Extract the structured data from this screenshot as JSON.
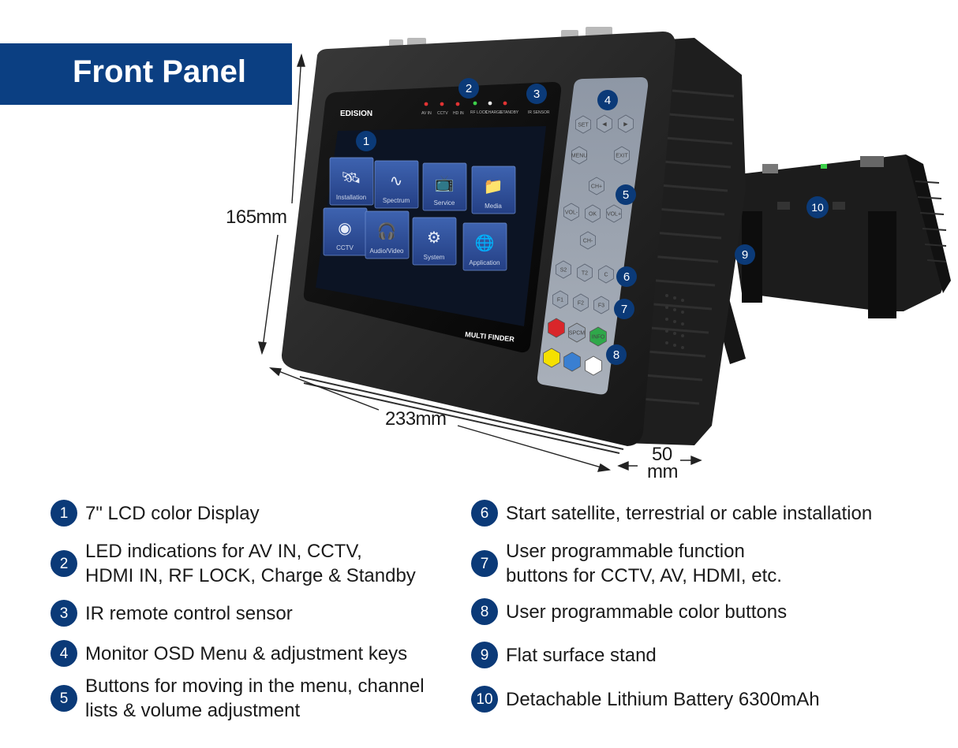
{
  "title": "Front Panel",
  "dimensions": {
    "height": "165mm",
    "width": "233mm",
    "depth_value": "50",
    "depth_unit": "mm"
  },
  "device": {
    "brand": "EDISION",
    "model": "MULTI FINDER",
    "leds": [
      "AV IN",
      "CCTV",
      "HD IN",
      "RF LOCK",
      "CHARGE",
      "STANDBY",
      "IR SENSOR"
    ],
    "led_colors": [
      "#e23333",
      "#e23333",
      "#e23333",
      "#3dd14a",
      "#e8e8e8",
      "#e23333"
    ],
    "tiles": [
      "Installation",
      "Spectrum",
      "Service",
      "Media",
      "CCTV",
      "Audio/Video",
      "System",
      "Application"
    ],
    "tile_icons": [
      "satellite-icon",
      "spectrum-icon",
      "tv-icon",
      "folder-play-icon",
      "camera-icon",
      "headphones-icon",
      "gear-icon",
      "globe-icon"
    ],
    "keys": {
      "set": "SET",
      "menu": "MENU",
      "exit": "EXIT",
      "ch_up": "CH+",
      "ch_down": "CH-",
      "vol_down": "VOL-",
      "vol_up": "VOL+",
      "ok": "OK",
      "s2": "S2",
      "t2": "T2",
      "c": "C",
      "f1": "F1",
      "f2": "F2",
      "f3": "F3",
      "spcm": "SPCM",
      "info": "INFO"
    },
    "color_keys": [
      "#d9262a",
      "#2fa84a",
      "#f5e000",
      "#3a7fd1",
      "#ffffff"
    ],
    "markers": [
      "1",
      "2",
      "3",
      "4",
      "5",
      "6",
      "7",
      "8",
      "9",
      "10"
    ]
  },
  "legend": [
    {
      "num": "1",
      "text": "7\" LCD color Display"
    },
    {
      "num": "2",
      "text": "LED indications for AV IN, CCTV,\nHDMI IN, RF LOCK, Charge & Standby"
    },
    {
      "num": "3",
      "text": "IR remote control sensor"
    },
    {
      "num": "4",
      "text": "Monitor OSD Menu & adjustment keys"
    },
    {
      "num": "5",
      "text": "Buttons for moving in the menu, channel\nlists & volume adjustment"
    },
    {
      "num": "6",
      "text": "Start satellite, terrestrial or cable installation"
    },
    {
      "num": "7",
      "text": "User programmable function\nbuttons for CCTV, AV, HDMI, etc."
    },
    {
      "num": "8",
      "text": "User programmable color buttons"
    },
    {
      "num": "9",
      "text": "Flat surface stand"
    },
    {
      "num": "10",
      "text": "Detachable Lithium Battery 6300mAh"
    }
  ]
}
